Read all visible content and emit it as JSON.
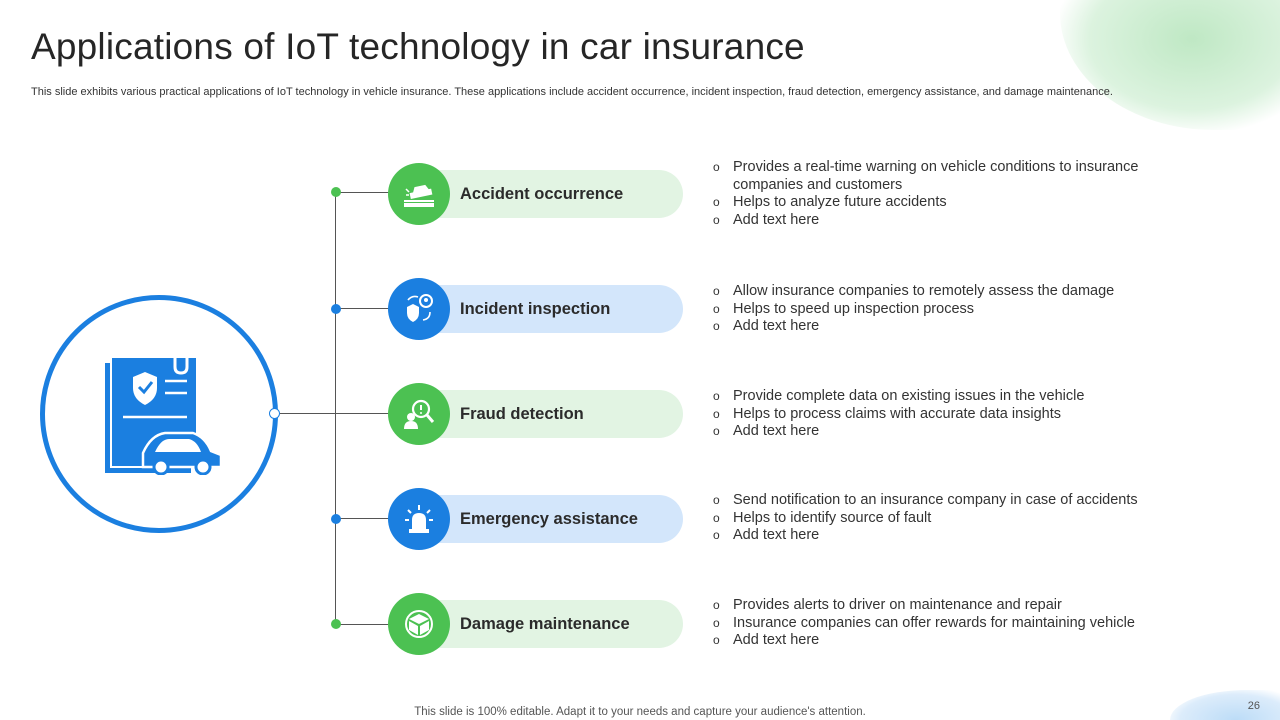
{
  "title": "Applications of IoT technology in car insurance",
  "subtitle": "This slide exhibits various practical applications of IoT technology in vehicle insurance. These applications include accident occurrence, incident inspection, fraud detection, emergency assistance, and damage maintenance.",
  "hub": {
    "icon": "insurance-document-car-icon"
  },
  "items": [
    {
      "label": "Accident occurrence",
      "icon": "car-accident-icon",
      "color": "green",
      "bullets": [
        "Provides a real-time warning on vehicle conditions to insurance companies and customers",
        "Helps to analyze future accidents",
        "Add text here"
      ]
    },
    {
      "label": "Incident inspection",
      "icon": "inspection-shield-icon",
      "color": "blue",
      "bullets": [
        "Allow insurance companies to remotely assess the damage",
        "Helps to speed up inspection process",
        "Add text here"
      ]
    },
    {
      "label": "Fraud detection",
      "icon": "fraud-magnifier-icon",
      "color": "green",
      "bullets": [
        "Provide complete data on existing issues in the vehicle",
        "Helps to process claims with accurate data insights",
        "Add text here"
      ]
    },
    {
      "label": "Emergency assistance",
      "icon": "emergency-siren-icon",
      "color": "blue",
      "bullets": [
        "Send notification to an insurance company in case of accidents",
        "Helps to identify source of fault",
        "Add text here"
      ]
    },
    {
      "label": "Damage maintenance",
      "icon": "maintenance-box-icon",
      "color": "green",
      "bullets": [
        "Provides alerts to driver on maintenance and repair",
        "Insurance companies can offer rewards for maintaining vehicle",
        "Add text here"
      ]
    }
  ],
  "colors": {
    "green": "#4cc152",
    "blue": "#1b7fe0",
    "green_light": "#e2f4e3",
    "blue_light": "#d3e6fb"
  },
  "footer": "This slide is 100% editable. Adapt it to your needs and capture your audience's attention.",
  "page_number": "26"
}
